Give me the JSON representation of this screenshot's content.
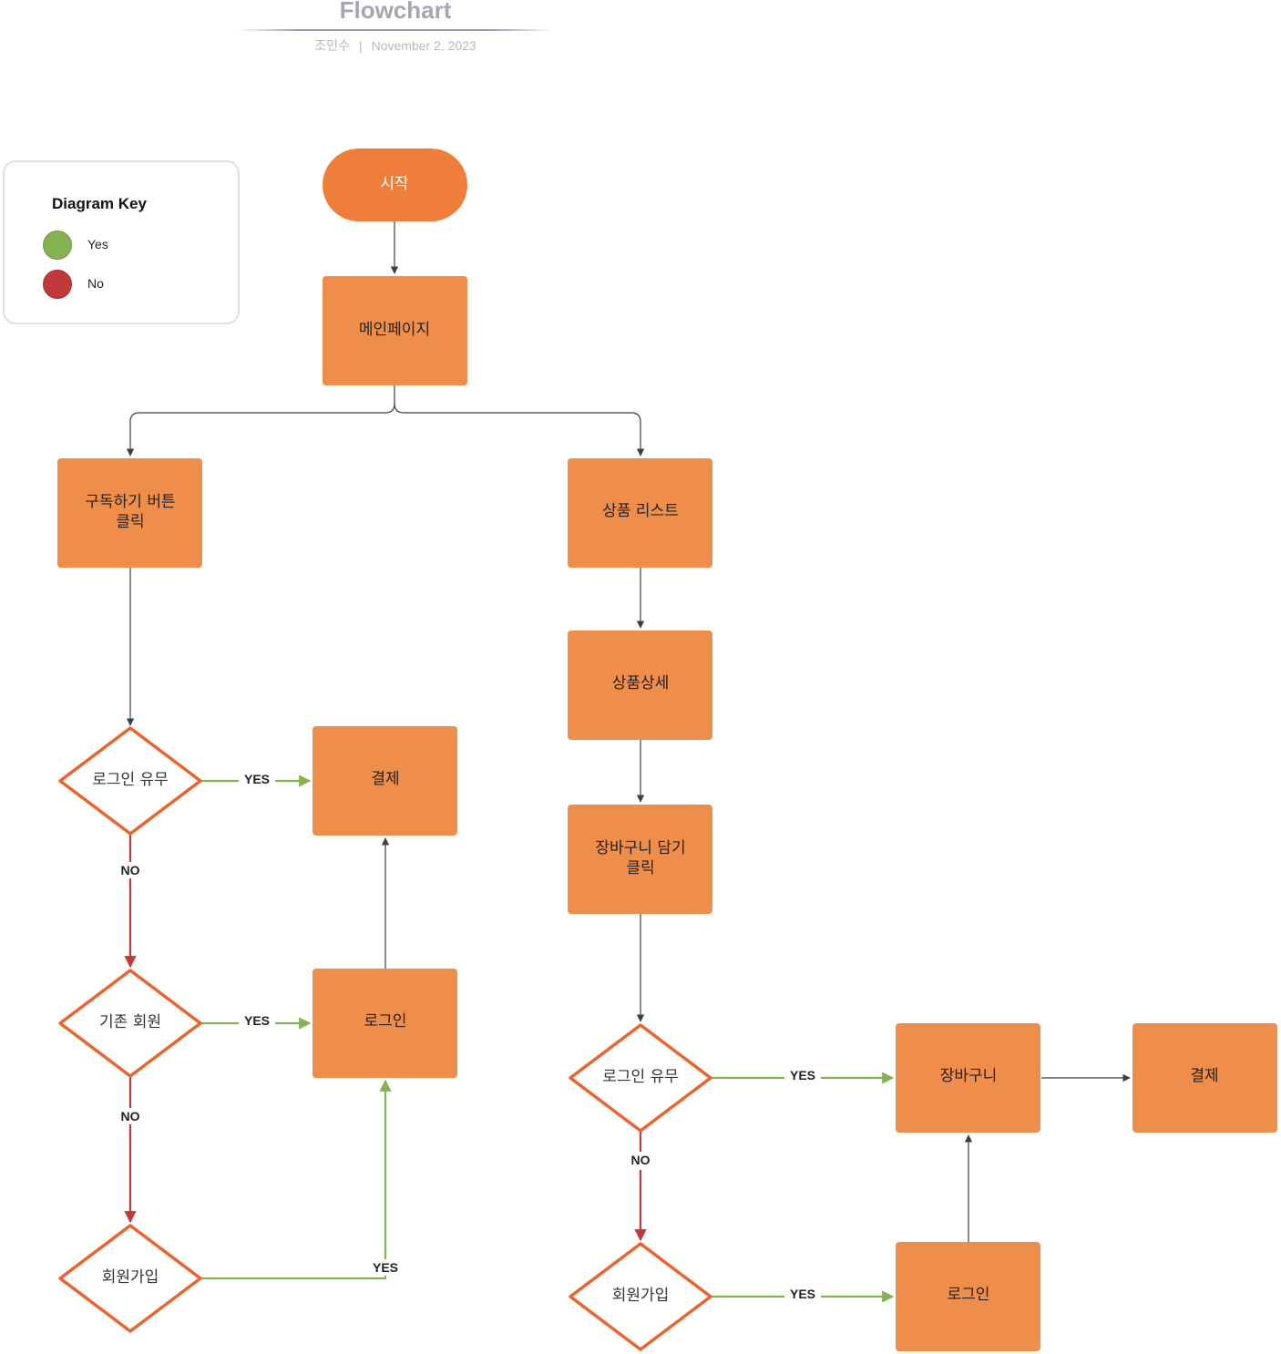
{
  "header": {
    "title": "Flowchart",
    "author": "조민수",
    "separator": "|",
    "date": "November 2, 2023"
  },
  "key": {
    "title": "Diagram Key",
    "items": [
      {
        "label": "Yes",
        "color": "#84b252"
      },
      {
        "label": "No",
        "color": "#c0393b"
      }
    ]
  },
  "colors": {
    "process_fill": "#ef8d4b",
    "terminal_fill": "#ee7e3a",
    "decision_stroke": "#e8652f",
    "yes": "#84b252",
    "no": "#c0393b",
    "connector": "#3a3f4b"
  },
  "nodes": {
    "start": "시작",
    "main_page": "메인페이지",
    "subscribe": [
      "구독하기 버튼",
      "클릭"
    ],
    "product_list": "상품 리스트",
    "product_detail": "상품상세",
    "add_cart": [
      "장바구니 담기",
      "클릭"
    ],
    "left_login_check": "로그인 유무",
    "left_payment": "결제",
    "existing_member": "기존 회원",
    "left_login": "로그인",
    "left_signup": "회원가입",
    "right_login_check": "로그인 유무",
    "cart": "장바구니",
    "right_payment": "결제",
    "right_signup": "회원가입",
    "right_login": "로그인"
  },
  "edge_labels": {
    "yes": "YES",
    "no": "NO"
  }
}
